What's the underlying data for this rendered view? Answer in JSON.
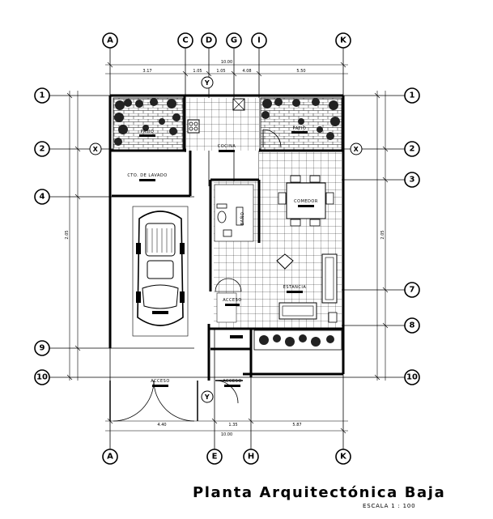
{
  "title": "Planta Arquitectónica Baja",
  "scale_label": "ESCALA 1 : 100",
  "axes_top": [
    "A",
    "C",
    "D",
    "G",
    "I",
    "K"
  ],
  "axes_bottom": [
    "A",
    "E",
    "H",
    "K"
  ],
  "axes_left": [
    "1",
    "2",
    "4",
    "9",
    "10"
  ],
  "axes_right": [
    "1",
    "2",
    "3",
    "7",
    "8",
    "10"
  ],
  "dims": {
    "top_total": "10.00",
    "top_parts": [
      "3.17",
      "1.05",
      "1.05",
      "4.08",
      "5.50"
    ],
    "bottom_parts": [
      "4.40",
      "1.35",
      "5.87"
    ],
    "bottom_total": "10.00",
    "left_total": "2.05",
    "right_total": "2.05"
  },
  "rooms": {
    "patio_left": "PATIO",
    "patio_right": "PATIO",
    "cocina": "COCINA",
    "lavado": "CTO. DE LAVADO",
    "comedor": "COMEDOR",
    "bano": "BAÑO",
    "estancia": "ESTANCIA",
    "acceso_hall": "ACCESO",
    "acceso_car": "ACCESO",
    "acceso_door": "ACCESO"
  },
  "markers": {
    "section_y": "Y",
    "section_x": "X"
  }
}
